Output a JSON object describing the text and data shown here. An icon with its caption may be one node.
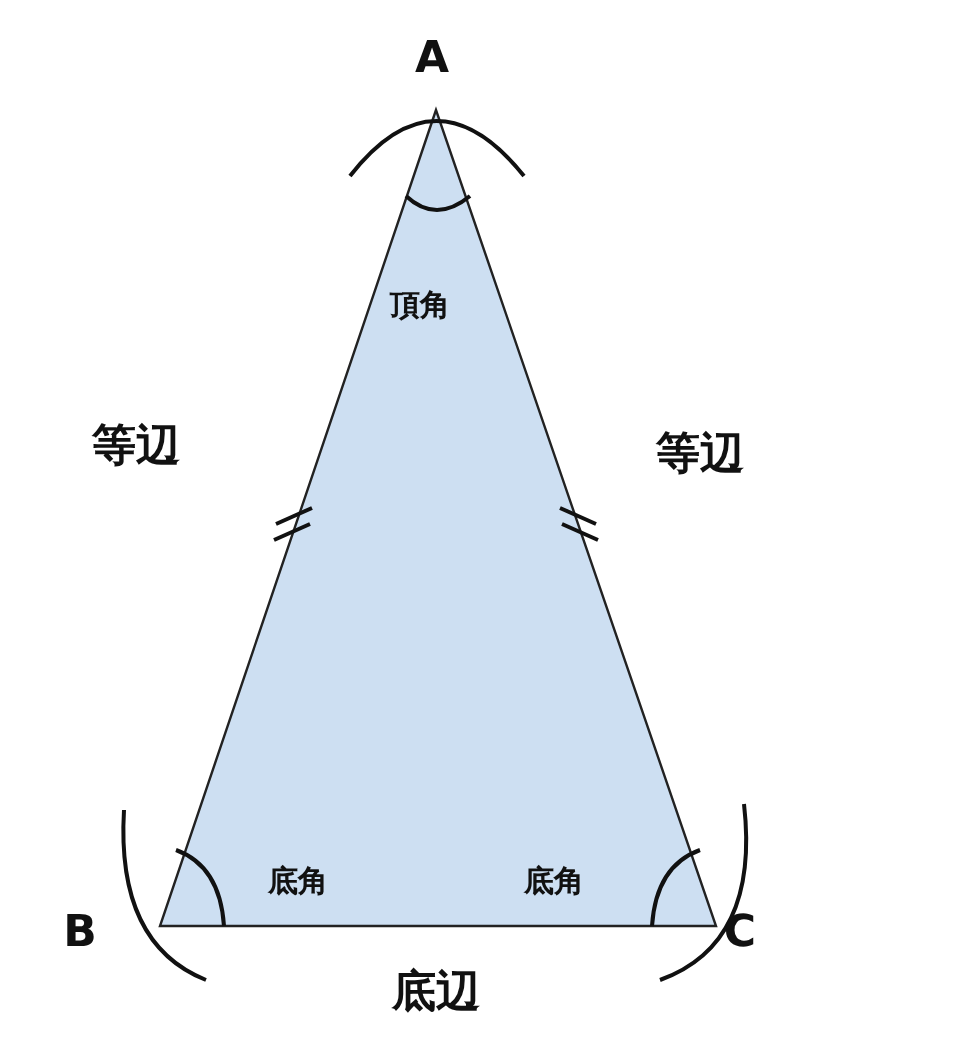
{
  "diagram": {
    "labels": [
      "A",
      "頂角",
      "等辺",
      "等辺",
      "B",
      "底角",
      "底角",
      "C",
      "底辺"
    ]
  }
}
